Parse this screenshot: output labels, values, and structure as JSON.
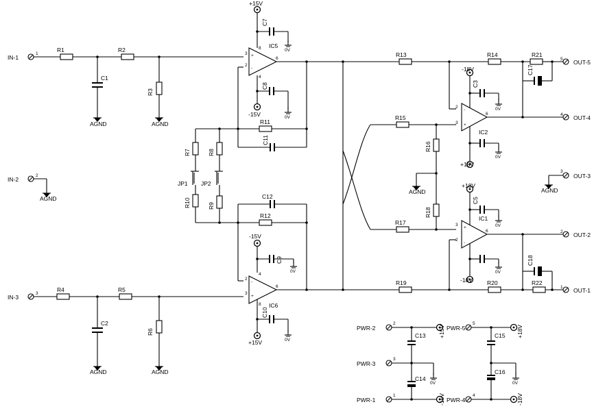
{
  "ports": {
    "in1": "IN-1",
    "in2": "IN-2",
    "in3": "IN-3",
    "out1": "OUT-1",
    "out2": "OUT-2",
    "out3": "OUT-3",
    "out4": "OUT-4",
    "out5": "OUT-5",
    "pwr1": "PWR-1",
    "pwr2": "PWR-2",
    "pwr3": "PWR-3",
    "pwr4": "PWR-4",
    "pwr5": "PWR-5"
  },
  "pins": {
    "p1": "1",
    "p2": "2",
    "p3": "3",
    "p4": "4",
    "p5": "5"
  },
  "resistors": {
    "r1": "R1",
    "r2": "R2",
    "r3": "R3",
    "r4": "R4",
    "r5": "R5",
    "r6": "R6",
    "r7": "R7",
    "r8": "R8",
    "r9": "R9",
    "r10": "R10",
    "r11": "R11",
    "r12": "R12",
    "r13": "R13",
    "r14": "R14",
    "r15": "R15",
    "r16": "R16",
    "r17": "R17",
    "r18": "R18",
    "r19": "R19",
    "r20": "R20",
    "r21": "R21",
    "r22": "R22"
  },
  "capacitors": {
    "c1": "C1",
    "c2": "C2",
    "c3": "C3",
    "c5": "C5",
    "c7": "C7",
    "c8": "C8",
    "c9": "C9",
    "c10": "C10",
    "c11": "C11",
    "c12": "C12",
    "c13": "C13",
    "c14": "C14",
    "c15": "C15",
    "c16": "C16",
    "c17": "C17",
    "c18": "C18"
  },
  "ics": {
    "ic1": "IC1",
    "ic2": "IC2",
    "ic5": "IC5",
    "ic6": "IC6"
  },
  "jumpers": {
    "jp1": "JP1",
    "jp2": "JP2"
  },
  "rails": {
    "p15": "+15V",
    "m15": "-15V",
    "p18": "+18V",
    "m18": "-18V",
    "zero": "0V",
    "agnd": "AGND"
  },
  "opamp_pins": {
    "plus": "+",
    "minus": "-",
    "n2": "2",
    "n3": "3",
    "n4": "4",
    "n6": "6",
    "n8": "8"
  }
}
